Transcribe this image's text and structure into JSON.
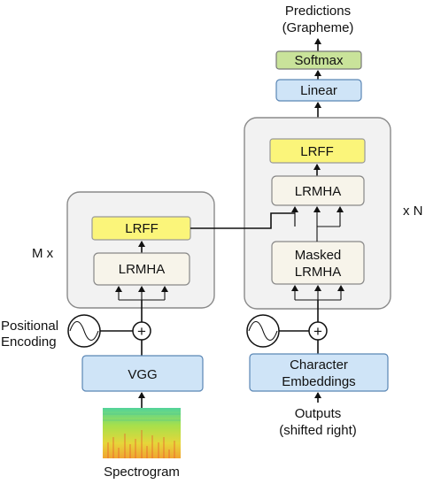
{
  "labels": {
    "predictions_line1": "Predictions",
    "predictions_line2": "(Grapheme)",
    "softmax": "Softmax",
    "linear": "Linear",
    "decoder_lrff": "LRFF",
    "decoder_lrmha": "LRMHA",
    "masked_lrmha_line1": "Masked",
    "masked_lrmha_line2": "LRMHA",
    "decoder_repeat": "x N",
    "encoder_repeat": "M x",
    "encoder_lrff": "LRFF",
    "encoder_lrmha": "LRMHA",
    "positional_line1": "Positional",
    "positional_line2": "Encoding",
    "vgg": "VGG",
    "char_emb_line1": "Character",
    "char_emb_line2": "Embeddings",
    "outputs_line1": "Outputs",
    "outputs_line2": "(shifted right)",
    "spectrogram": "Spectrogram",
    "plus_symbol": "+"
  },
  "colors": {
    "blue_fill": "#cfe4f7",
    "yellow_fill": "#fbf57a",
    "green_fill": "#c9e39a",
    "cream_fill": "#f7f4ea",
    "panel_fill": "#f2f2f2"
  }
}
